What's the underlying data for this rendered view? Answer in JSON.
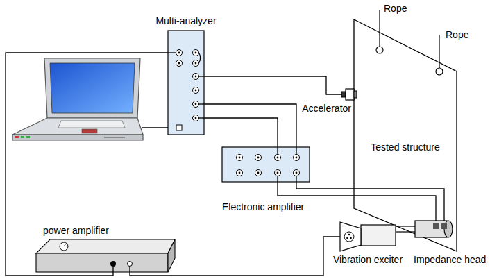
{
  "diagram": {
    "nodes": [
      {
        "text": [
          "Multi-analyzer"
        ]
      },
      {
        "text": [
          "Tested structure"
        ]
      },
      {
        "text": [
          "Accelerator"
        ]
      },
      {
        "text": [
          "Electronic amplifier"
        ]
      },
      {
        "text": [
          "power amplifier"
        ]
      },
      {
        "text": [
          "Vibration exciter"
        ]
      },
      {
        "text": [
          "Impedance head"
        ]
      }
    ],
    "edges": [
      {
        "from": 0,
        "to": 2,
        "arrow": "none"
      },
      {
        "from": 0,
        "to": 3,
        "arrow": "none"
      },
      {
        "from": 0,
        "to": 3,
        "arrow": "none"
      },
      {
        "from": 3,
        "to": 6,
        "arrow": "none"
      },
      {
        "from": 3,
        "to": 6,
        "arrow": "none"
      },
      {
        "from": 0,
        "to": 4,
        "arrow": "none"
      },
      {
        "from": 4,
        "to": 5,
        "arrow": "none"
      }
    ],
    "labels": [
      "Rope",
      "Rope"
    ]
  }
}
